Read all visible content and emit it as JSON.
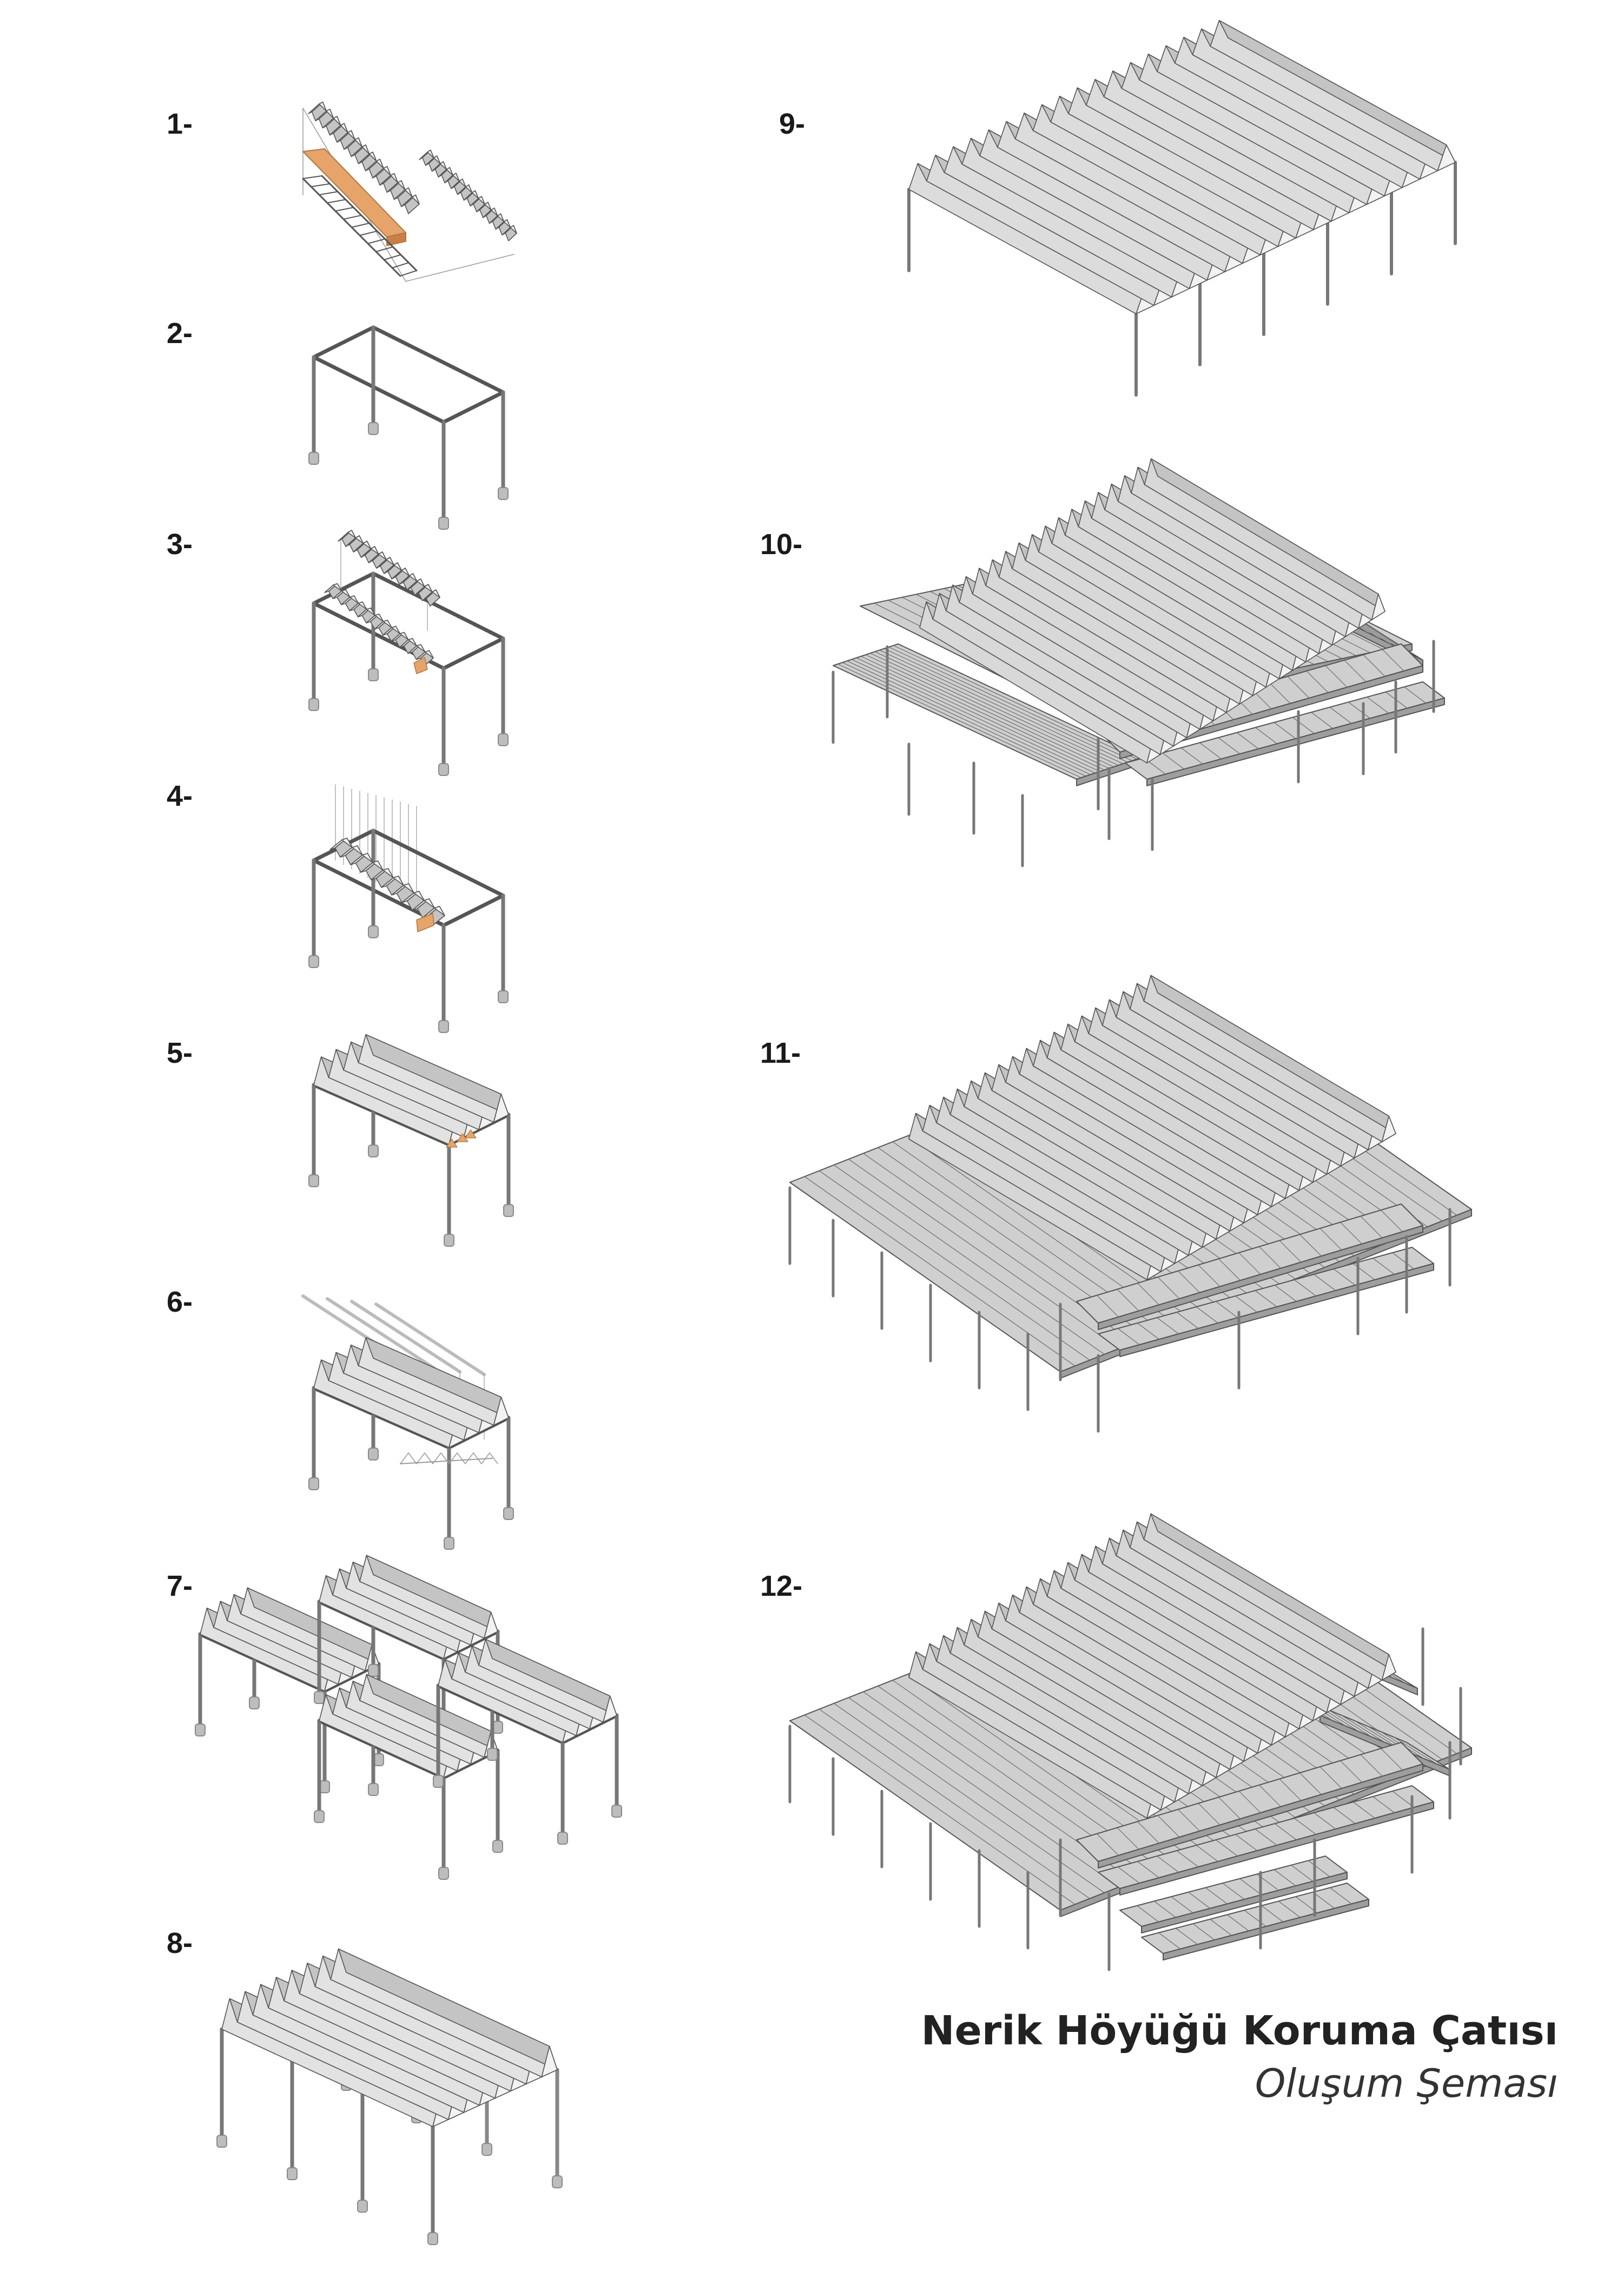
{
  "steps": [
    {
      "label": "1-"
    },
    {
      "label": "2-"
    },
    {
      "label": "3-"
    },
    {
      "label": "4-"
    },
    {
      "label": "5-"
    },
    {
      "label": "6-"
    },
    {
      "label": "7-"
    },
    {
      "label": "8-"
    },
    {
      "label": "9-"
    },
    {
      "label": "10-"
    },
    {
      "label": "11-"
    },
    {
      "label": "12-"
    }
  ],
  "title": {
    "main": "Nerik Höyüğü Koruma Çatısı",
    "sub": "Oluşum Şeması"
  },
  "colors": {
    "frame": "#6e6e6e",
    "roof_fill": "#d4d4d4",
    "roof_line": "#555555",
    "timber": "#e6a46a",
    "footing": "#bdbdbd",
    "text": "#1a1a1a"
  }
}
